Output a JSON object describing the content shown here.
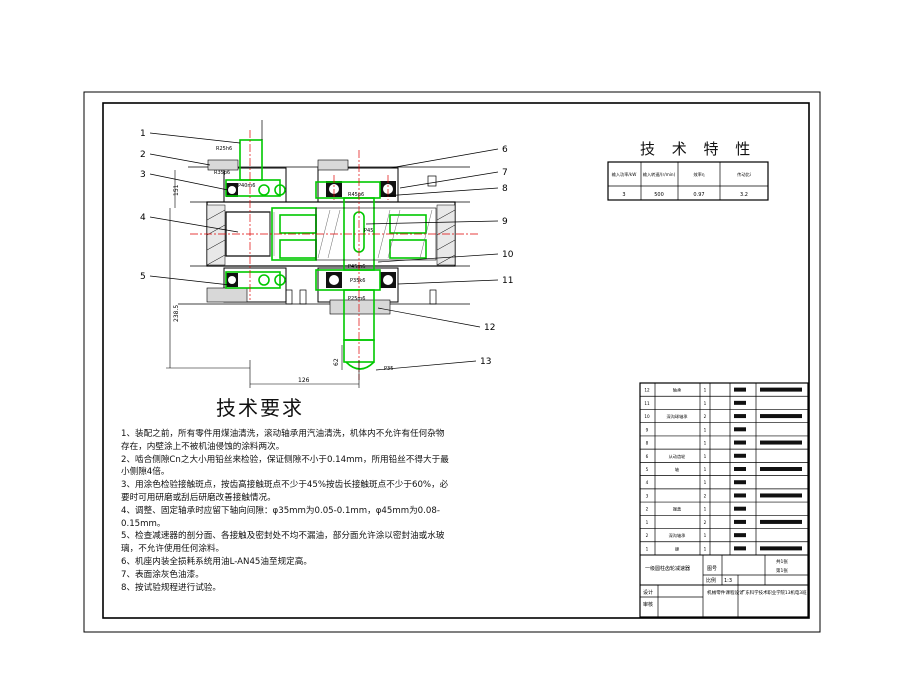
{
  "drawing": {
    "part_labels": [
      "1",
      "2",
      "3",
      "4",
      "5",
      "6",
      "7",
      "8",
      "9",
      "10",
      "11",
      "12",
      "13"
    ],
    "dimension_labels": {
      "d1": "R25h6",
      "d2": "R35p6",
      "d3": "P40m6",
      "d4": "R45p6",
      "d5": "P45",
      "d6": "P45m6",
      "d7": "P35k6",
      "d8": "P25m6",
      "d9": "P35",
      "vertical_left_top": "151",
      "vertical_left_bottom": "238.5",
      "vertical_small": "62",
      "horizontal_bottom": "126"
    }
  },
  "requirements": {
    "title": "技术要求",
    "items": [
      "1、装配之前，所有零件用煤油清洗，滚动轴承用汽油清洗，机体内不允许有任何杂物存在，内壁涂上不被机油侵蚀的涂料两次。",
      "2、啮合侧隙Cn之大小用铅丝来检验，保证侧隙不小于0.14mm，所用铅丝不得大于最小侧隙4倍。",
      "3、用涂色检验接触斑点，按齿高接触斑点不少于45%按齿长接触斑点不少于60%，必要时可用研磨或刮后研磨改善接触情况。",
      "4、调整、固定轴承时应留下轴向间隙：φ35mm为0.05-0.1mm，φ45mm为0.08-0.15mm。",
      "5、检查减速器的剖分面、各接触及密封处不均不漏油，部分面允许涂以密封油或水玻璃，不允许使用任何涂料。",
      "6、机座内装全损耗系统用油L-AN45油至规定高。",
      "7、表面涂灰色油漆。",
      "8、按试验规程进行试验。"
    ]
  },
  "specs": {
    "title": "技 术 特 性",
    "headers": [
      "输入功率/kW",
      "输入转速/(r/min)",
      "效率η",
      "传动比i"
    ],
    "values": [
      "3",
      "500",
      "0.97",
      "3.2"
    ]
  },
  "title_block": {
    "parts_rows": [
      {
        "num": "12",
        "name": "轴承",
        "qty": "1"
      },
      {
        "num": "11",
        "name": "",
        "qty": "1"
      },
      {
        "num": "10",
        "name": "深沟球轴承",
        "qty": "2"
      },
      {
        "num": "9",
        "name": "",
        "qty": "1"
      },
      {
        "num": "8",
        "name": "",
        "qty": "1"
      },
      {
        "num": "6",
        "name": "从动齿轮",
        "qty": "1"
      },
      {
        "num": "5",
        "name": "轴",
        "qty": "1"
      },
      {
        "num": "4",
        "name": "",
        "qty": "1"
      },
      {
        "num": "3",
        "name": "",
        "qty": "2"
      },
      {
        "num": "2",
        "name": "端盖",
        "qty": "1"
      },
      {
        "num": "1",
        "name": "",
        "qty": "2"
      },
      {
        "num": "2",
        "name": "深沟轴承",
        "qty": "1"
      },
      {
        "num": "1",
        "name": "键",
        "qty": "1"
      }
    ],
    "drawing_name": "一级圆柱齿轮减速器",
    "scale_label": "比例",
    "scale_value": "1:3",
    "sheet_label": "共1张",
    "sheet_of": "第1张",
    "design_label": "设计",
    "check_label": "审核",
    "course": "机械零件课程设计",
    "school": "广东科学技术职业学院13机电3班",
    "number_label": "图号"
  }
}
